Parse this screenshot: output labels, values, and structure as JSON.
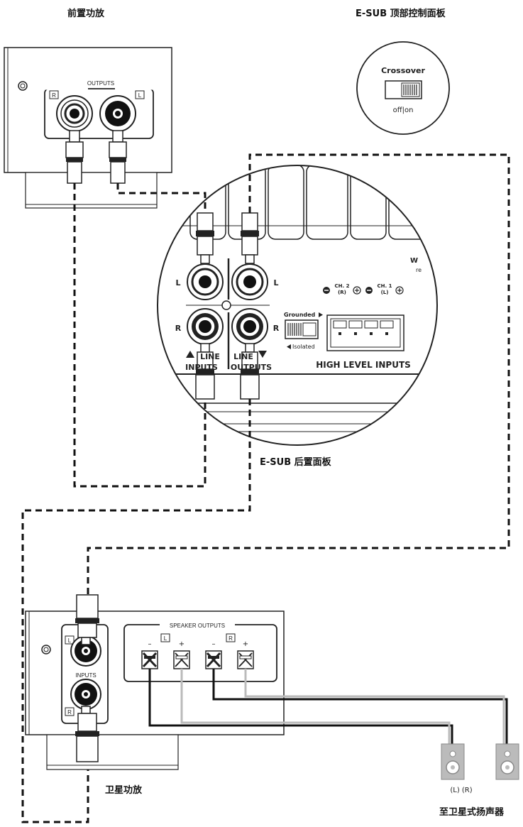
{
  "captions": {
    "preamp": "前置功放",
    "top_panel": "E-SUB 顶部控制面板",
    "rear_panel": "E-SUB 后置面板",
    "satellite_amp": "卫星功放",
    "to_speakers": "至卫星式扬声器"
  },
  "preamp": {
    "outputs_label": "OUTPUTS",
    "r": "R",
    "l": "L"
  },
  "top": {
    "crossover": "Crossover",
    "switch_label": "off|on"
  },
  "rear": {
    "l": "L",
    "r": "R",
    "line_inputs_1": "LINE",
    "line_inputs_2": "INPUTS",
    "line_outputs_1": "LINE",
    "line_outputs_2": "OUTPUTS",
    "grounded": "Grounded",
    "isolated": "Isolated",
    "ch2": "CH. 2",
    "ch2_sub": "(R)",
    "ch1": "CH. 1",
    "ch1_sub": "(L)",
    "high_level": "HIGH LEVEL INPUTS",
    "partial_1": "W",
    "partial_2": "re"
  },
  "sat": {
    "speaker_outputs": "SPEAKER OUTPUTS",
    "minus": "–",
    "plus": "+",
    "l": "L",
    "r": "R",
    "inputs": "INPUTS"
  },
  "speakers": {
    "label": "(L) (R)"
  }
}
